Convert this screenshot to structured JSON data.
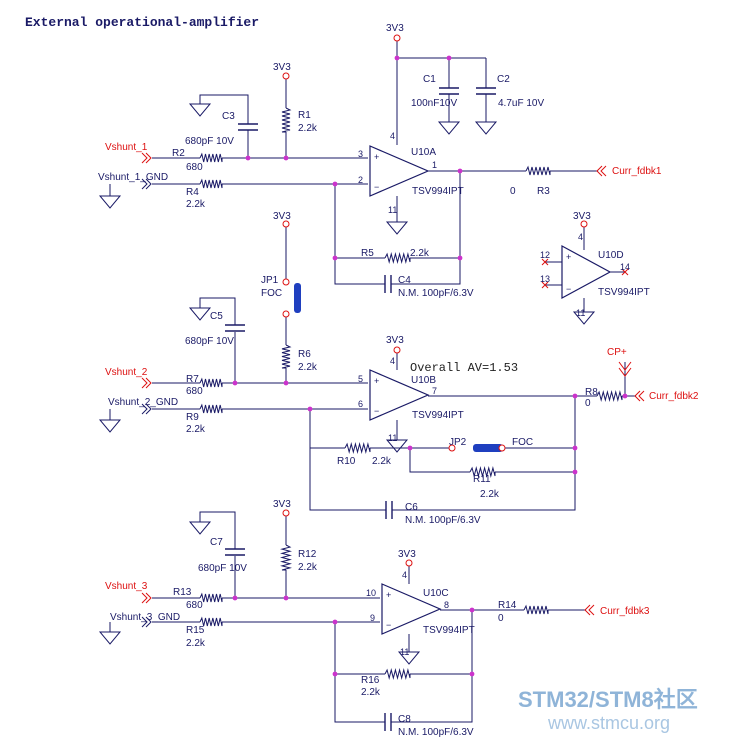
{
  "colors": {
    "wire": "#1a1a66",
    "net": "#dd1111",
    "junction": "#cc33cc",
    "jumper": "#1f3fbf"
  },
  "title": "External operational-amplifier",
  "overall_gain": "Overall AV=1.53",
  "supply": "3V3",
  "ground_symbol": "ground-icon",
  "decoupling": [
    {
      "ref": "C1",
      "value": "100nF10V"
    },
    {
      "ref": "C2",
      "value": "4.7uF 10V"
    }
  ],
  "stages": [
    {
      "unit": "U10A",
      "part": "TSV994IPT",
      "pins": {
        "plus": "3",
        "minus": "2",
        "out": "1",
        "vcc": "4",
        "gnd": "11"
      },
      "input": "Vshunt_1",
      "input_gnd": "Vshunt_1_GND",
      "filter_cap": {
        "ref": "C3",
        "value": "680pF 10V"
      },
      "r_in": {
        "ref": "R2",
        "value": "680"
      },
      "r_gnd": {
        "ref": "R4",
        "value": "2.2k"
      },
      "r_bias": {
        "ref": "R1",
        "value": "2.2k"
      },
      "r_fb": {
        "ref": "R5",
        "value": "2.2k"
      },
      "c_fb": {
        "ref": "C4",
        "value": "N.M. 100pF/6.3V"
      },
      "r_out": {
        "ref": "R3",
        "value": "0"
      },
      "output": "Curr_fdbk1"
    },
    {
      "unit": "U10B",
      "part": "TSV994IPT",
      "pins": {
        "plus": "5",
        "minus": "6",
        "out": "7",
        "vcc": "4",
        "gnd": "11"
      },
      "input": "Vshunt_2",
      "input_gnd": "Vshunt_2_GND",
      "filter_cap": {
        "ref": "C5",
        "value": "680pF 10V"
      },
      "r_in": {
        "ref": "R7",
        "value": "680"
      },
      "r_gnd": {
        "ref": "R9",
        "value": "2.2k"
      },
      "r_bias": {
        "ref": "R6",
        "value": "2.2k"
      },
      "r_fb": {
        "ref": "R10",
        "value": "2.2k"
      },
      "r_fb2": {
        "ref": "R11",
        "value": "2.2k"
      },
      "c_fb": {
        "ref": "C6",
        "value": "N.M. 100pF/6.3V"
      },
      "jumper": {
        "ref": "JP2",
        "label": "FOC"
      },
      "r_out": {
        "ref": "R8",
        "value": "0"
      },
      "test_point": "CP+",
      "output": "Curr_fdbk2"
    },
    {
      "unit": "U10C",
      "part": "TSV994IPT",
      "pins": {
        "plus": "10",
        "minus": "9",
        "out": "8",
        "vcc": "4",
        "gnd": "11"
      },
      "input": "Vshunt_3",
      "input_gnd": "Vshunt_3_GND",
      "filter_cap": {
        "ref": "C7",
        "value": "680pF 10V"
      },
      "r_in": {
        "ref": "R13",
        "value": "680"
      },
      "r_gnd": {
        "ref": "R15",
        "value": "2.2k"
      },
      "r_bias": {
        "ref": "R12",
        "value": "2.2k"
      },
      "r_fb": {
        "ref": "R16",
        "value": "2.2k"
      },
      "c_fb": {
        "ref": "C8",
        "value": "N.M. 100pF/6.3V"
      },
      "r_out": {
        "ref": "R14",
        "value": "0"
      },
      "output": "Curr_fdbk3"
    }
  ],
  "jumper1": {
    "ref": "JP1",
    "label": "FOC"
  },
  "spare": {
    "unit": "U10D",
    "part": "TSV994IPT",
    "pins": {
      "plus": "12",
      "minus": "13",
      "out": "14",
      "vcc": "4",
      "gnd": "11"
    }
  },
  "watermark": {
    "brand": "STM32/STM8社区",
    "url": "www.stmcu.org"
  }
}
